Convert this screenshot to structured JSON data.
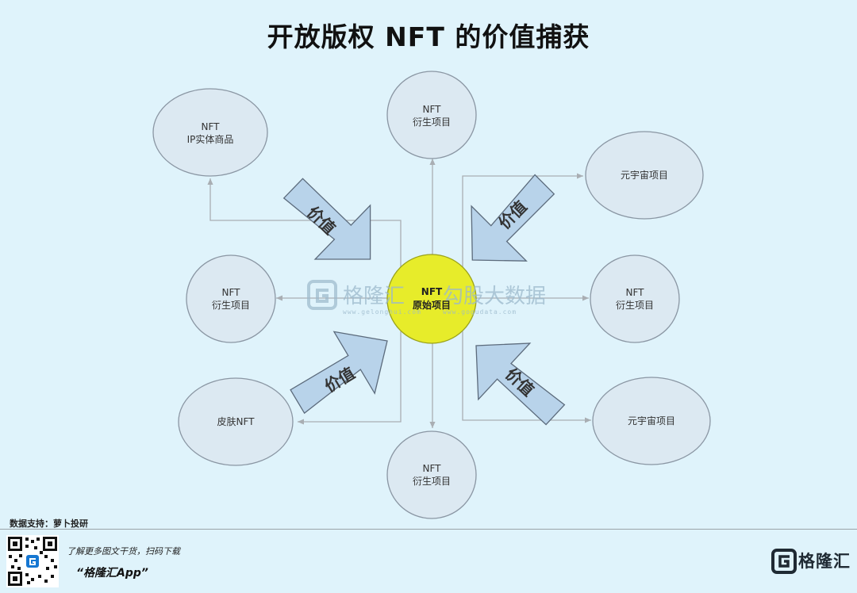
{
  "title": "开放版权 NFT 的价值捕获",
  "center": {
    "line1": "NFT",
    "line2": "原始项目"
  },
  "nodes": {
    "top": {
      "line1": "NFT",
      "line2": "衍生项目"
    },
    "top_left": {
      "line1": "NFT",
      "line2": "IP实体商品"
    },
    "left": {
      "line1": "NFT",
      "line2": "衍生项目"
    },
    "bottom_left": {
      "label": "皮肤NFT"
    },
    "bottom": {
      "line1": "NFT",
      "line2": "衍生项目"
    },
    "top_right": {
      "label": "元宇宙项目"
    },
    "right": {
      "line1": "NFT",
      "line2": "衍生项目"
    },
    "bottom_right": {
      "label": "元宇宙项目"
    }
  },
  "value_arrows": {
    "upper_left": "价值",
    "upper_right": "价值",
    "lower_left": "价值",
    "lower_right": "价值"
  },
  "watermark": {
    "brand": "格隆汇",
    "sub_brand": "勾股大数据",
    "brand_url": "www.gelonghui.com",
    "sub_url": "www.gogudata.com"
  },
  "footer": {
    "source": "数据支持：萝卜投研",
    "promo_line": "了解更多图文干货，扫码下载",
    "app_name": "“格隆汇App”",
    "logo_text": "格隆汇"
  },
  "colors": {
    "background": "#dff3fb",
    "node_fill": "#dce9f2",
    "node_stroke": "#8a96a3",
    "center_fill": "#e7ec2a",
    "arrow_fill": "#b8d3ea",
    "arrow_stroke": "#5c6b7c",
    "line": "#a9aeb3"
  }
}
